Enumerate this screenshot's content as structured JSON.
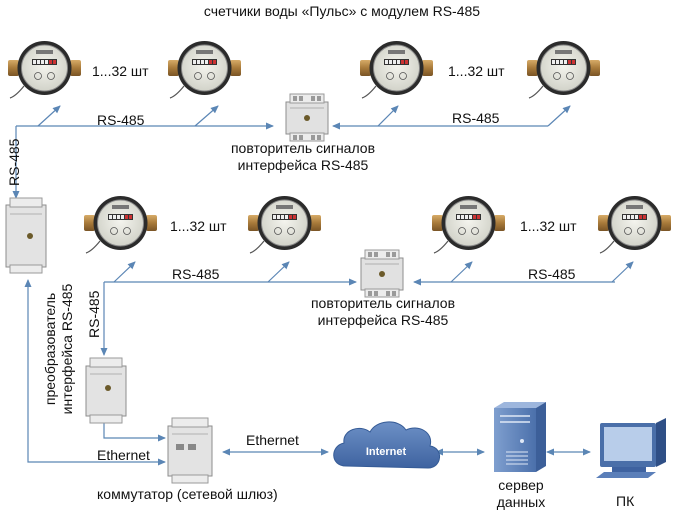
{
  "title": "счетчики воды «Пульс» с модулем RS-485",
  "meter_count": "1...32 шт",
  "bus": "RS-485",
  "repeater": {
    "line1": "повторитель сигналов",
    "line2": "интерфейса RS-485"
  },
  "converter": {
    "line1": "преобразователь",
    "line2": "интерфейса RS-485"
  },
  "ethernet": "Ethernet",
  "switch_label": "коммутатор (сетевой шлюз)",
  "cloud": "Internet",
  "server": {
    "line1": "сервер",
    "line2": "данных"
  },
  "pc": "ПК",
  "colors": {
    "line": "#5b86b5",
    "cloud": "#4f74b0",
    "brass": "#b98a45",
    "device": "#e3e3e3"
  }
}
